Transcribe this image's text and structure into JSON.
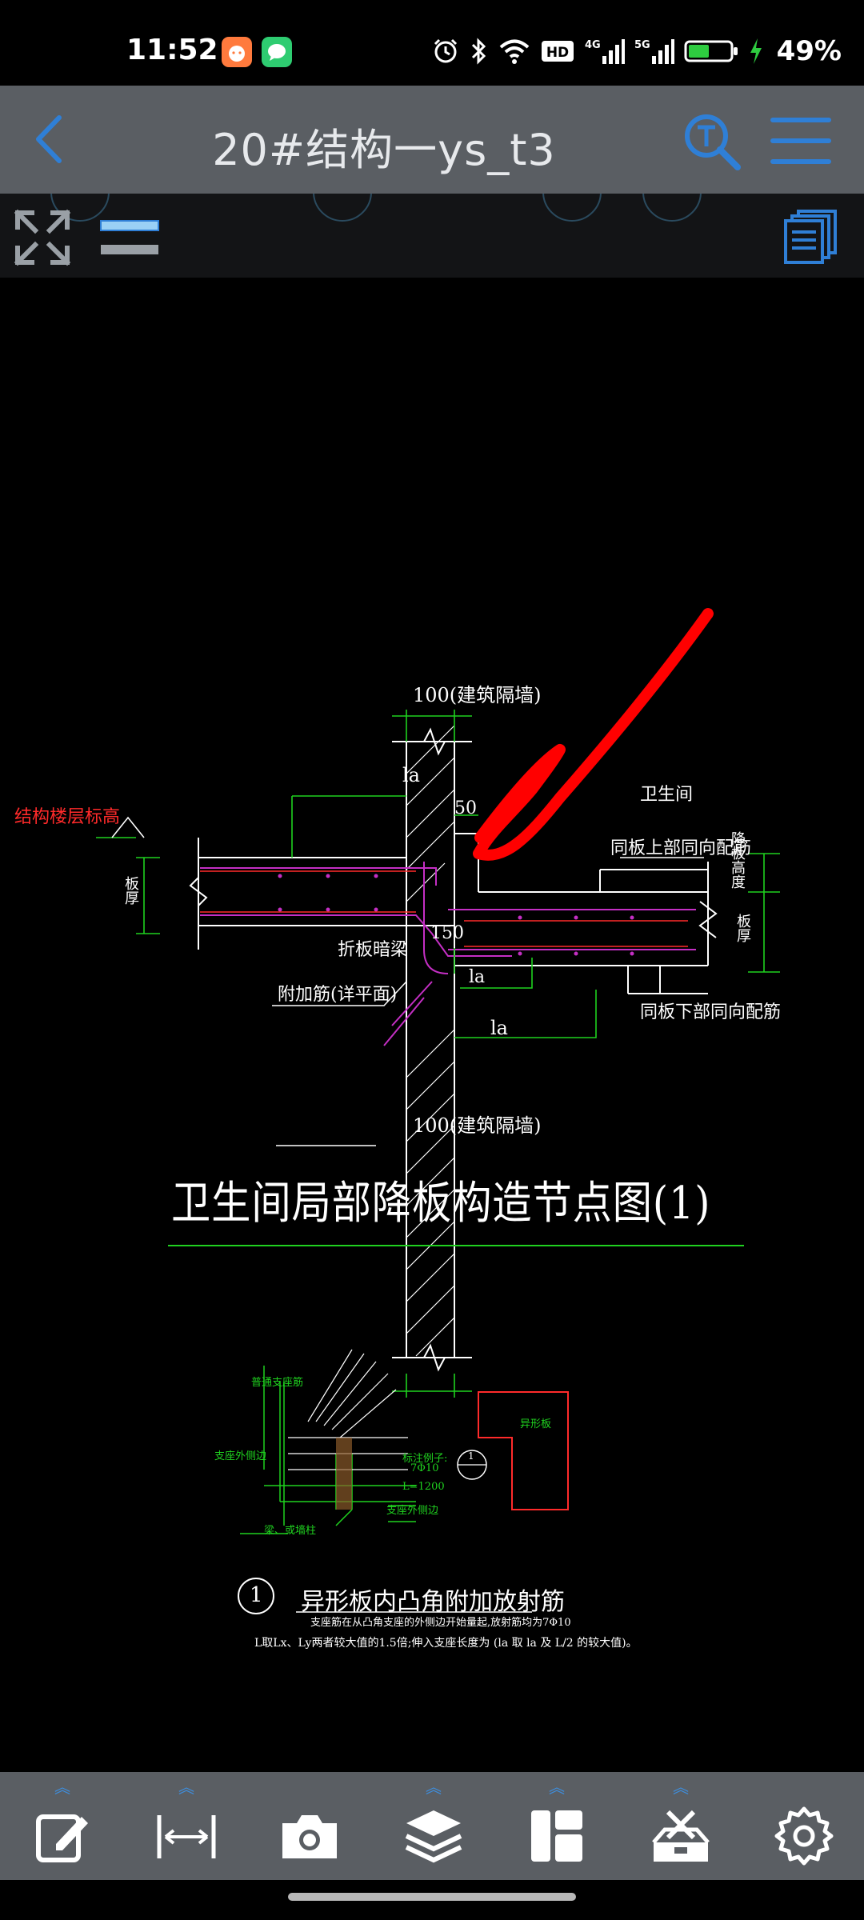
{
  "status_bar": {
    "time": "11:52",
    "icons": [
      "cat-app-icon",
      "message-app-icon",
      "alarm-icon",
      "bluetooth-icon",
      "wifi-icon",
      "hd-icon",
      "4g-signal-icon",
      "5g-signal-icon",
      "battery-icon",
      "charging-icon"
    ],
    "battery_percent": "49%",
    "network_labels": [
      "HD",
      "4G",
      "5G"
    ]
  },
  "title_bar": {
    "title": "20#结构一ys_t3",
    "accent_color": "#2f7fd6"
  },
  "drawing": {
    "detail1": {
      "wall_top_label": "100(建筑隔墙)",
      "wall_bottom_label": "100(建筑隔墙)",
      "dim_la_top": "la",
      "dim_50": "50",
      "dim_150": "150",
      "dim_la_mid": "la",
      "dim_la_bottom": "la",
      "room_label": "卫生间",
      "floor_level_label": "结构楼层标高",
      "slab_thickness_left": "板厚",
      "slab_thickness_right": "板厚",
      "drop_height_label": "降板高度",
      "top_rebar_label": "同板上部同向配筋",
      "bottom_rebar_label": "同板下部同向配筋",
      "folded_beam_label": "折板暗梁",
      "added_rebar_label": "附加筋(详平面)",
      "title": "卫生间局部降板构造节点图(1)"
    },
    "detail2": {
      "label_support_top": "普通支座筋",
      "label_support_edge": "支座外侧边",
      "label_marker": "标注例子:",
      "label_bars": "7Φ10",
      "label_length": "L=1200",
      "label_support_edge2": "支座外侧边",
      "label_beam": "梁、或墙柱",
      "label_shaped_slab": "异形板",
      "symbol_number": "1",
      "title_number": "1",
      "title": "异形板内凸角附加放射筋",
      "note1": "支座筋在从凸角支座的外侧边开始量起,放射筋均为7Φ10",
      "note2": "L取Lx、Ly两者较大值的1.5倍;伸入支座长度为 (la 取 la 及 L/2 的较大值)。"
    }
  },
  "bottom_toolbar": {
    "items": [
      "annotate-icon",
      "measure-icon",
      "camera-icon",
      "layers-icon",
      "layout-icon",
      "tools-icon",
      "settings-icon"
    ]
  },
  "colors": {
    "cad_green": "#1fd11f",
    "cad_white": "#ffffff",
    "cad_magenta": "#c42fc4",
    "cad_red": "#ff2a2a",
    "markup_red": "#ff0000",
    "ui_gray": "#5a5e63"
  }
}
